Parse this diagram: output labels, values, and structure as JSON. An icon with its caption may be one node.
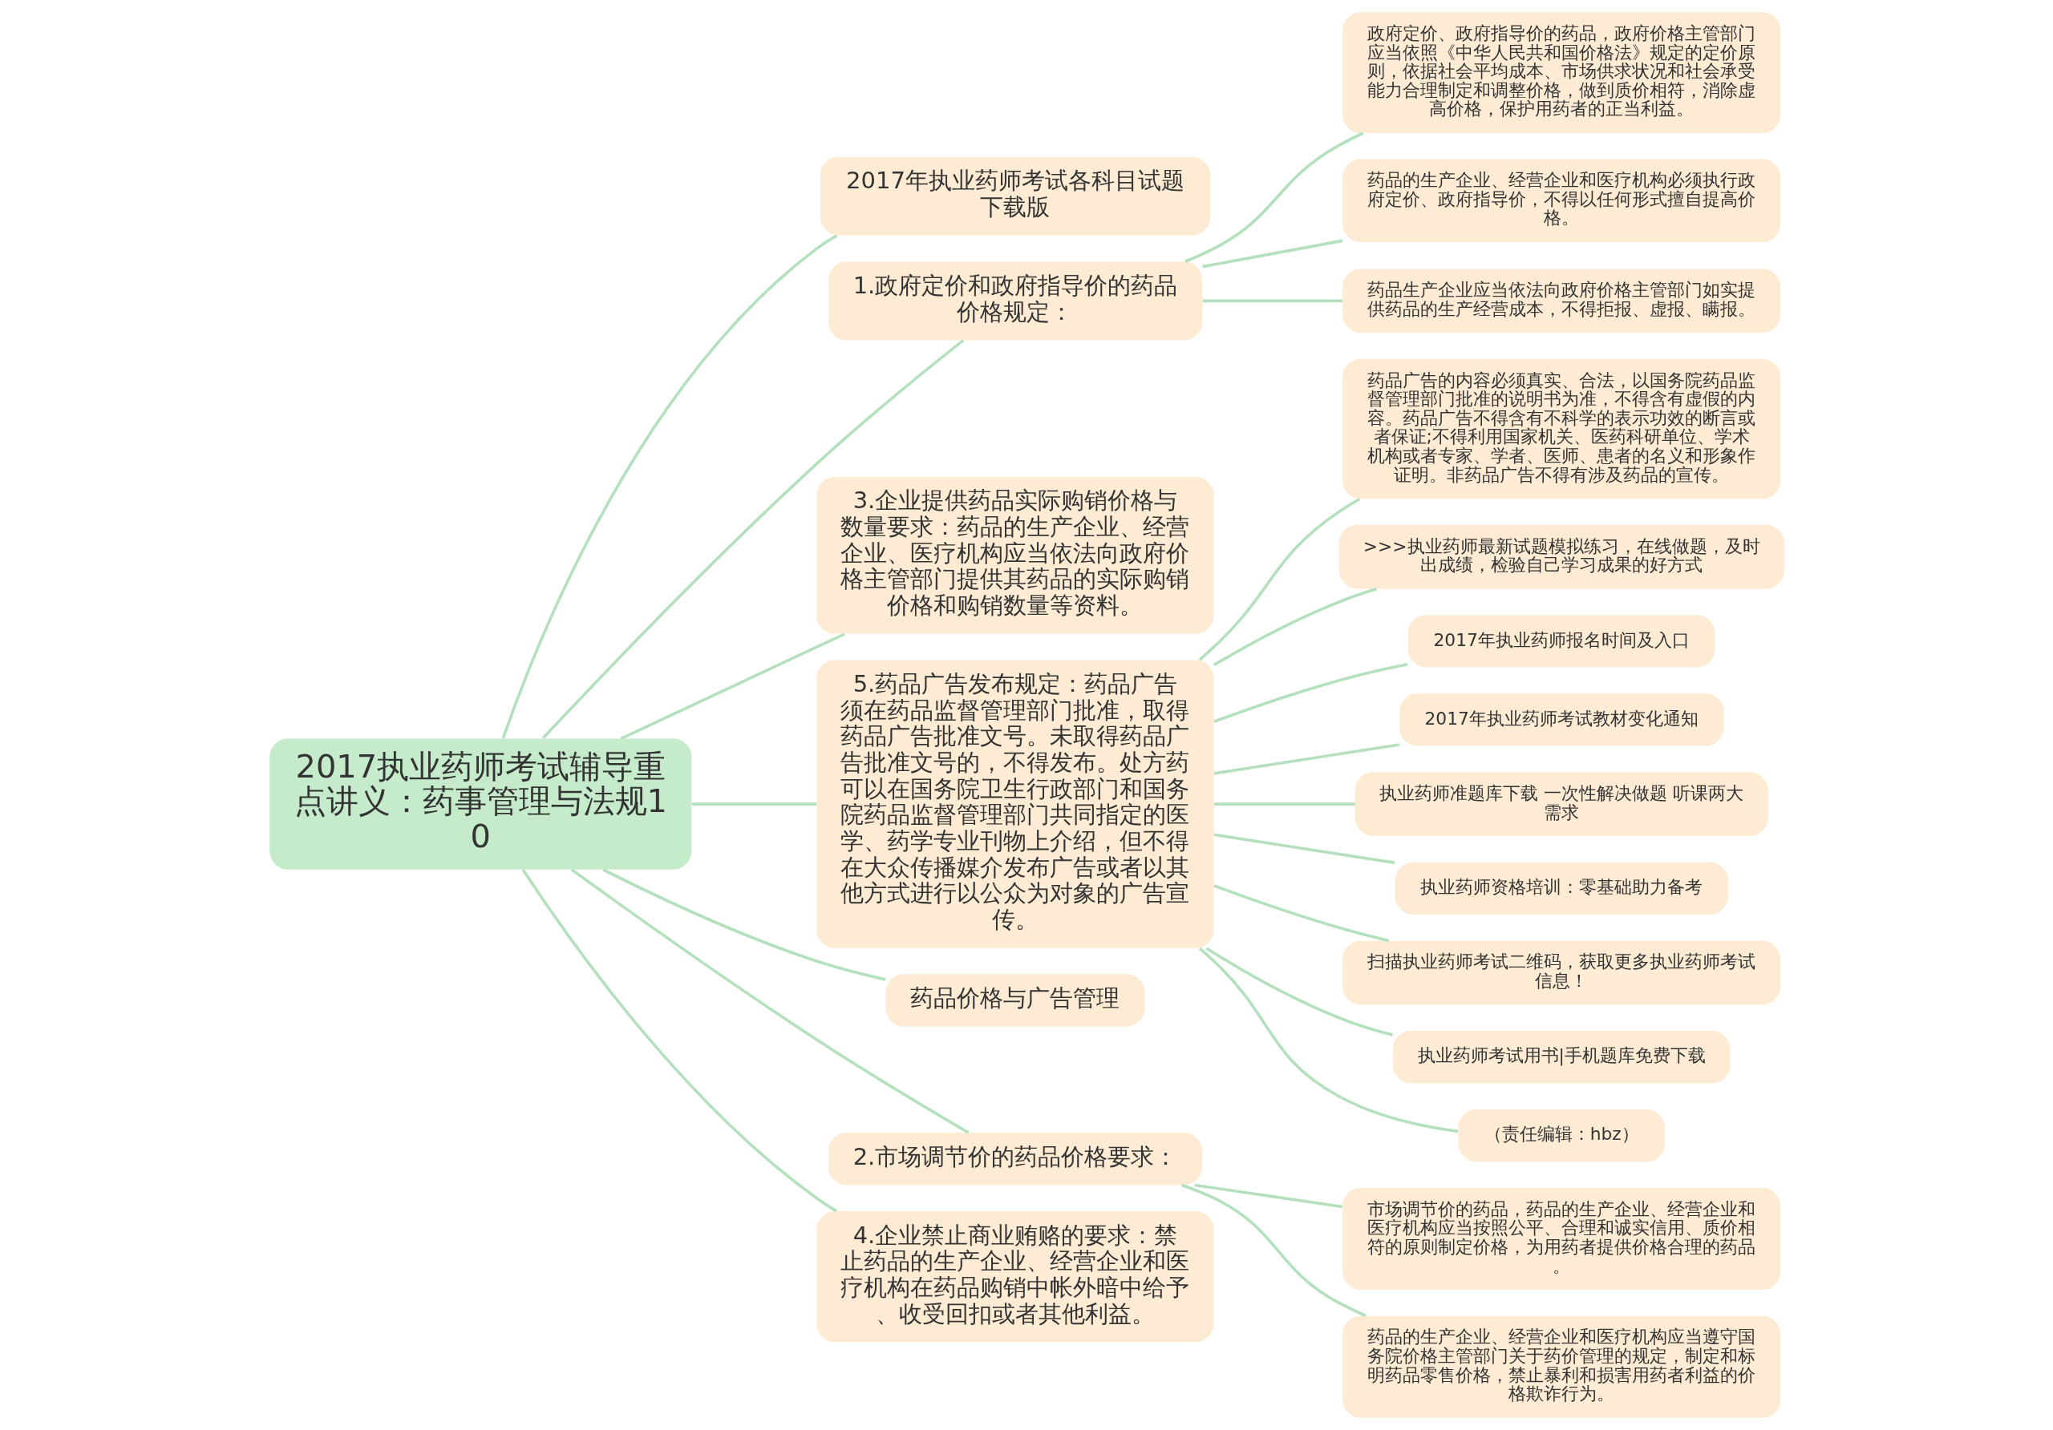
{
  "diagram": {
    "nodes": [
      {
        "text": [
          "2017执业药师考试辅导重点讲义：药事管理与法规10"
        ]
      },
      {
        "text": [
          "2017年执业药师考试各科目试题下载版"
        ]
      },
      {
        "text": [
          "1.政府定价和政府指导价的药品价格规定："
        ]
      },
      {
        "text": [
          "政府定价、政府指导价的药品，政府价格主管部门应当依照《中华人民共和国价格法》规定的定价原则，依据社会平均成本、市场供求状况和社会承受能力合理制定和调整价格，做到质价相符，消除虚高价格，保护用药者的正当利益。"
        ]
      },
      {
        "text": [
          "药品的生产企业、经营企业和医疗机构必须执行政府定价、政府指导价，不得以任何形式擅自提高价格。"
        ]
      },
      {
        "text": [
          "药品生产企业应当依法向政府价格主管部门如实提供药品的生产经营成本，不得拒报、虚报、瞒报。"
        ]
      },
      {
        "text": [
          "3.企业提供药品实际购销价格与数量要求：药品的生产企业、经营企业、医疗机构应当依法向政府价格主管部门提供其药品的实际购销价格和购销数量等资料。"
        ]
      },
      {
        "text": [
          "5.药品广告发布规定：药品广告须在药品监督管理部门批准，取得药品广告批准文号。未取得药品广告批准文号的，不得发布。处方药可以在国务院卫生行政部门和国务院药品监督管理部门共同指定的医学、药学专业刊物上介绍，但不得在大众传播媒介发布广告或者以其他方式进行以公众为对象的广告宣传。"
        ]
      },
      {
        "text": [
          "药品广告的内容必须真实、合法，以国务院药品监督管理部门批准的说明书为准，不得含有虚假的内容。药品广告不得含有不科学的表示功效的断言或者保证;不得利用国家机关、医药科研单位、学术机构或者专家、学者、医师、患者的名义和形象作证明。非药品广告不得有涉及药品的宣传。"
        ]
      },
      {
        "text": [
          ">>>执业药师最新试题模拟练习，在线做题，及时出成绩，检验自己学习成果的好方式"
        ]
      },
      {
        "text": [
          "2017年执业药师报名时间及入口"
        ]
      },
      {
        "text": [
          "2017年执业药师考试教材变化通知"
        ]
      },
      {
        "text": [
          "执业药师准题库下载 一次性解决做题 听课两大需求"
        ]
      },
      {
        "text": [
          "执业药师资格培训：零基础助力备考"
        ]
      },
      {
        "text": [
          "扫描执业药师考试二维码，获取更多执业药师考试信息！"
        ]
      },
      {
        "text": [
          "执业药师考试用书|手机题库免费下载"
        ]
      },
      {
        "text": [
          "（责任编辑：hbz）"
        ]
      },
      {
        "text": [
          "药品价格与广告管理"
        ]
      },
      {
        "text": [
          "2.市场调节价的药品价格要求："
        ]
      },
      {
        "text": [
          "市场调节价的药品，药品的生产企业、经营企业和医疗机构应当按照公平、合理和诚实信用、质价相符的原则制定价格，为用药者提供价格合理的药品。"
        ]
      },
      {
        "text": [
          "药品的生产企业、经营企业和医疗机构应当遵守国务院价格主管部门关于药价管理的规定，制定和标明药品零售价格，禁止暴利和损害用药者利益的价格欺诈行为。"
        ]
      },
      {
        "text": [
          "4.企业禁止商业贿赂的要求：禁止药品的生产企业、经营企业和医疗机构在药品购销中帐外暗中给予、收受回扣或者其他利益。"
        ]
      }
    ],
    "edges": [
      {
        "from": 0,
        "to": 1,
        "arrow": "none"
      },
      {
        "from": 0,
        "to": 2,
        "arrow": "none"
      },
      {
        "from": 2,
        "to": 3,
        "arrow": "none"
      },
      {
        "from": 2,
        "to": 4,
        "arrow": "none"
      },
      {
        "from": 2,
        "to": 5,
        "arrow": "none"
      },
      {
        "from": 0,
        "to": 6,
        "arrow": "none"
      },
      {
        "from": 0,
        "to": 7,
        "arrow": "none"
      },
      {
        "from": 7,
        "to": 8,
        "arrow": "none"
      },
      {
        "from": 7,
        "to": 9,
        "arrow": "none"
      },
      {
        "from": 7,
        "to": 10,
        "arrow": "none"
      },
      {
        "from": 7,
        "to": 11,
        "arrow": "none"
      },
      {
        "from": 7,
        "to": 12,
        "arrow": "none"
      },
      {
        "from": 7,
        "to": 13,
        "arrow": "none"
      },
      {
        "from": 7,
        "to": 14,
        "arrow": "none"
      },
      {
        "from": 7,
        "to": 15,
        "arrow": "none"
      },
      {
        "from": 7,
        "to": 16,
        "arrow": "none"
      },
      {
        "from": 0,
        "to": 17,
        "arrow": "none"
      },
      {
        "from": 0,
        "to": 18,
        "arrow": "none"
      },
      {
        "from": 18,
        "to": 19,
        "arrow": "none"
      },
      {
        "from": 18,
        "to": 20,
        "arrow": "none"
      },
      {
        "from": 0,
        "to": 21,
        "arrow": "none"
      }
    ]
  }
}
